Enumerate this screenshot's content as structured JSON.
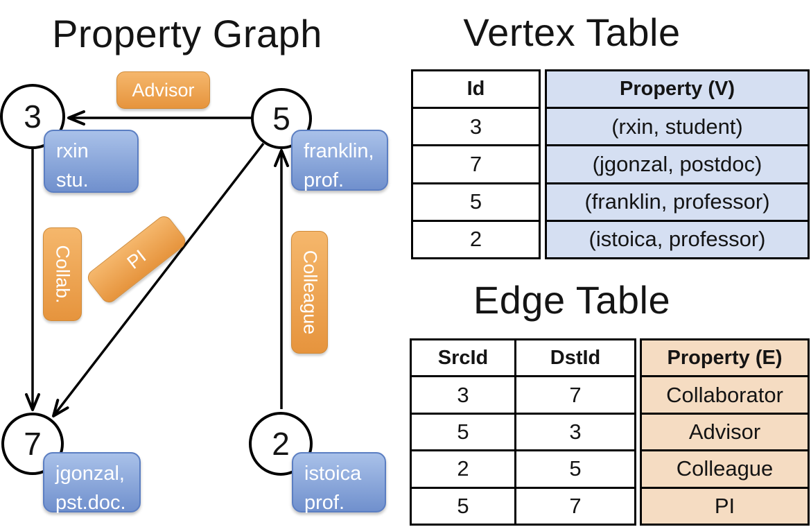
{
  "graph": {
    "title": "Property Graph",
    "nodes": [
      {
        "id": "3",
        "property": "rxin\nstu."
      },
      {
        "id": "5",
        "property": "franklin,\nprof."
      },
      {
        "id": "7",
        "property": "jgonzal,\npst.doc."
      },
      {
        "id": "2",
        "property": "istoica\nprof."
      }
    ],
    "edges": [
      {
        "label": "Advisor",
        "from": "5",
        "to": "3"
      },
      {
        "label": "Collab.",
        "from": "3",
        "to": "7"
      },
      {
        "label": "PI",
        "from": "5",
        "to": "7"
      },
      {
        "label": "Colleague",
        "from": "2",
        "to": "5"
      }
    ]
  },
  "vertex_table": {
    "title": "Vertex Table",
    "columns": {
      "id": "Id",
      "property": "Property (V)"
    },
    "rows": [
      {
        "id": "3",
        "property": "(rxin, student)"
      },
      {
        "id": "7",
        "property": "(jgonzal, postdoc)"
      },
      {
        "id": "5",
        "property": "(franklin, professor)"
      },
      {
        "id": "2",
        "property": "(istoica, professor)"
      }
    ]
  },
  "edge_table": {
    "title": "Edge Table",
    "columns": {
      "src": "SrcId",
      "dst": "DstId",
      "property": "Property (E)"
    },
    "rows": [
      {
        "src": "3",
        "dst": "7",
        "property": "Collaborator"
      },
      {
        "src": "5",
        "dst": "3",
        "property": "Advisor"
      },
      {
        "src": "2",
        "dst": "5",
        "property": "Colleague"
      },
      {
        "src": "5",
        "dst": "7",
        "property": "PI"
      }
    ]
  },
  "colors": {
    "edge_line": "#000000",
    "node_fill": "#ffffff",
    "orange_pill_light": "#f5b76c",
    "orange_pill_dark": "#e6943d",
    "blue_pill_light": "#a9c1e9",
    "blue_pill_dark": "#7090cd",
    "vertex_property_bg": "#d5dff2",
    "edge_property_bg": "#f5dcc2"
  }
}
